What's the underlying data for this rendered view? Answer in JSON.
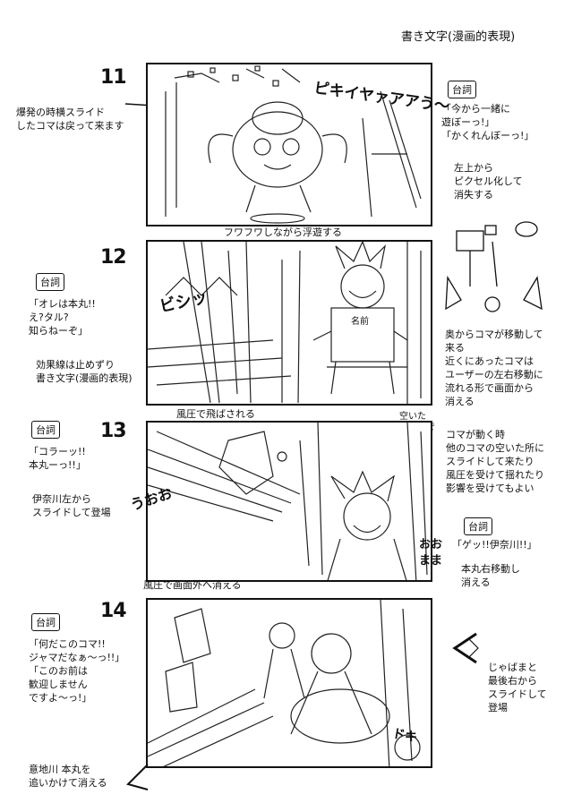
{
  "header": {
    "title": "書き文字(漫画的表現)"
  },
  "panels": [
    {
      "number": "11",
      "left_note": "爆発の時横スライド\nしたコマは戻って来ます",
      "sfx": "ピキイヤァアアう〜",
      "caption": "フワフワしながら浮遊する",
      "dialogue_tag": "台詞",
      "dialogue": "「今から一緒に\n遊ぼーっ!」\n「かくれんぼーっ!」",
      "right_note": "左上から\nピクセル化して\n消失する"
    },
    {
      "number": "12",
      "dialogue_tag": "台詞",
      "dialogue": "「オレは本丸!!\nえ?タル?\n知らねーぞ」",
      "left_note": "効果線は止めずり\n書き文字(漫画的表現)",
      "sfx": "ビシッ",
      "side_label": "名前",
      "right_note": "奥からコマが移動して\n来る\n近くにあったコマは\nユーザーの左右移動に\n流れる形で画面から\n消える"
    },
    {
      "number": "13",
      "top_note": "風圧で飛ばされる",
      "empty_label": "空いた\n部屋まで",
      "dialogue_tag": "台詞",
      "dialogue": "「コラーッ!!\n本丸ーっ!!」",
      "left_note": "伊奈川左から\nスライドして登場",
      "sfx_left": "うおお",
      "sfx_right": "おお\nまま",
      "right_note": "コマが動く時\n他のコマの空いた所に\nスライドして来たり\n風圧を受けて揺れたり\n影響を受けてもよい",
      "dialogue2_tag": "台詞",
      "dialogue2": "「ゲッ!!伊奈川!!」",
      "exit_note": "本丸右移動し\n消える",
      "bottom_caption": "風圧で画面外へ消える"
    },
    {
      "number": "14",
      "dialogue_tag": "台詞",
      "dialogue": "「何だこのコマ!!\nジャマだなぁ〜っ!!」\n「このお前は\n歓迎しません\nですよ〜っ!」",
      "right_note": "じゃばまと\n最後右から\nスライドして\n登場",
      "sfx": "ドキ",
      "bottom_note": "意地川 本丸を\n追いかけて消える"
    }
  ]
}
